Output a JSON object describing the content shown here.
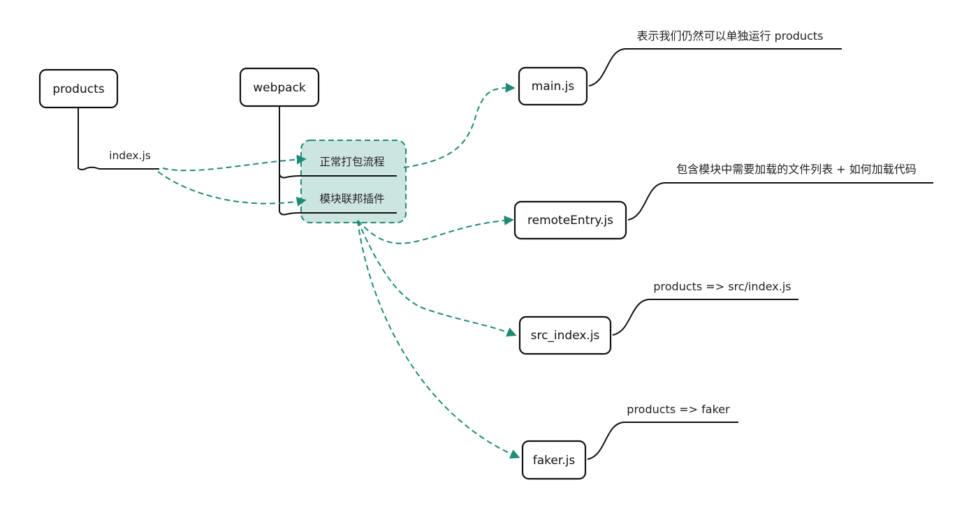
{
  "colors": {
    "stroke": "#111111",
    "accent": "#1f8a76",
    "group_fill": "#cde5e1",
    "background": "#ffffff"
  },
  "nodes": {
    "products": "products",
    "webpack": "webpack",
    "main_js": "main.js",
    "remote_entry_js": "remoteEntry.js",
    "src_index_js": "src_index.js",
    "faker_js": "faker.js"
  },
  "labels": {
    "index_js": "index.js",
    "normal_bundle": "正常打包流程",
    "module_federation_plugin": "模块联邦插件"
  },
  "notes": {
    "main_js": "表示我们仍然可以单独运行 products",
    "remote_entry_js": "包含模块中需要加载的文件列表 + 如何加载代码",
    "src_index_js": "products => src/index.js",
    "faker_js": "products => faker"
  }
}
